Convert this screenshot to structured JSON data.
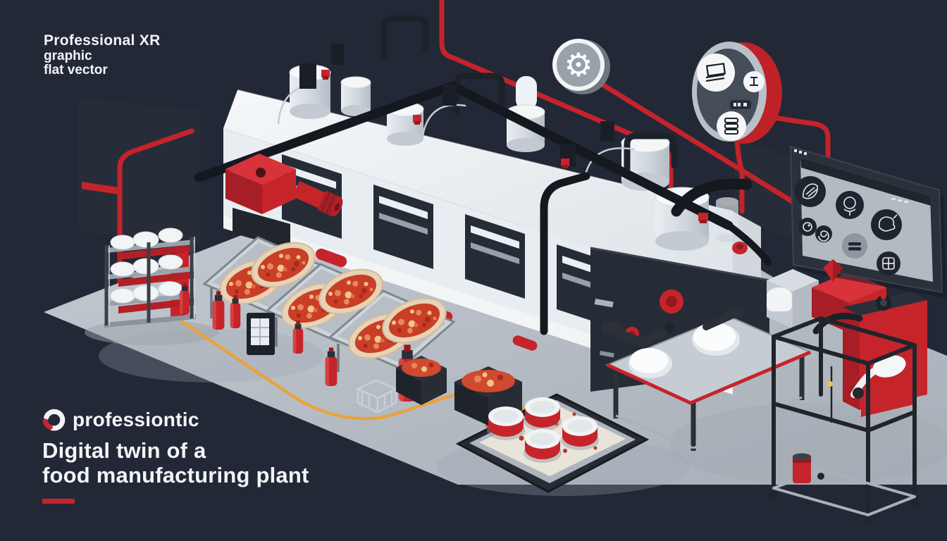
{
  "colors": {
    "background": "#222836",
    "floor": "#b7bec6",
    "accent_red": "#c6242b",
    "accent_orange": "#e8a33e",
    "machine_white": "#eef1f5",
    "panel_dark": "#272d37",
    "steel_gray": "#9aa2ab",
    "screen_gray": "#b3bac2",
    "text_white": "#f2f4f6"
  },
  "watermark": {
    "line1": "Professional XR",
    "line2": "graphic",
    "line3": "flat vector"
  },
  "branding": {
    "logo_text": "professiontic",
    "title_line1": "Digital twin of a",
    "title_line2": "food manufacturing plant"
  },
  "icons": {
    "gear": "⚙"
  },
  "scene": {
    "callouts": {
      "gear_badge": "process-settings",
      "equipment_badge_icons": [
        "oven-icon",
        "scale-icon",
        "stack-icon"
      ],
      "monitor_icons": [
        "dough-icon",
        "sauce-icon",
        "poultry-icon",
        "olive-icon",
        "spiral-icon",
        "patty-icon",
        "waffle-icon"
      ]
    },
    "equipment": [
      "ingredient-rack",
      "dough-hopper",
      "processing-machine",
      "pizza-conveyor",
      "topping-bins",
      "cheese-crate",
      "prep-table",
      "robotic-cell",
      "monitor-panel"
    ],
    "counts": {
      "pizzas": 6,
      "cheese_wheels": 4,
      "rack_shelves": 3,
      "monitor_icons": 7,
      "fire_extinguishers": 7
    }
  }
}
